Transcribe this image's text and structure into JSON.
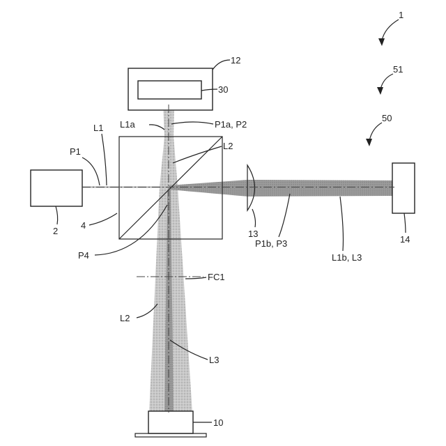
{
  "labels": {
    "system": "1",
    "ref51": "51",
    "ref50": "50",
    "ref12": "12",
    "ref30": "30",
    "L1a": "L1a",
    "P1a_P2": "P1a, P2",
    "L1": "L1",
    "P1": "P1",
    "L2_top": "L2",
    "ref2": "2",
    "ref4": "4",
    "ref13": "13",
    "P1b_P3": "P1b, P3",
    "L1b_L3": "L1b, L3",
    "ref14": "14",
    "P4": "P4",
    "FC1": "FC1",
    "L2_bottom": "L2",
    "L3": "L3",
    "ref10": "10"
  },
  "colors": {
    "line": "#222222",
    "beam": "#bdbdbd",
    "beam_dark": "#8f8f8f"
  }
}
